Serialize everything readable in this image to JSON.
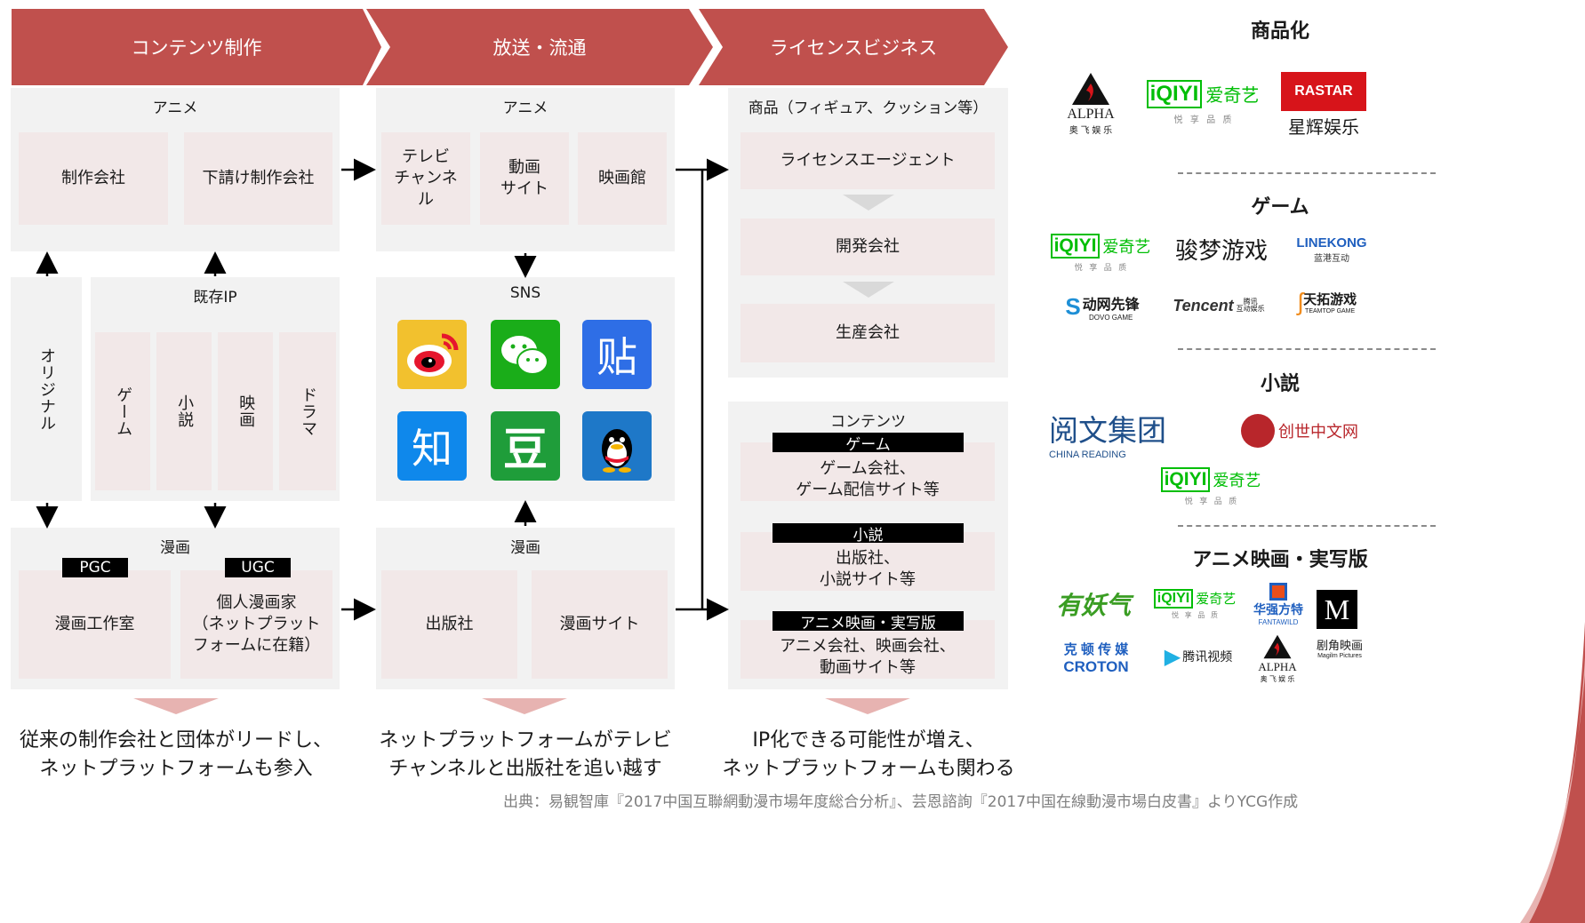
{
  "stages": [
    "コンテンツ制作",
    "放送・流通",
    "ライセンスビジネス"
  ],
  "production": {
    "anime_title": "アニメ",
    "anime_cells": [
      "制作会社",
      "下請け制作会社"
    ],
    "original": "オリジナル",
    "existing_ip_title": "既存IP",
    "existing_ip_items": [
      "ゲーム",
      "小説",
      "映画",
      "ドラマ"
    ],
    "manga_title": "漫画",
    "manga_tags": [
      "PGC",
      "UGC"
    ],
    "manga_cells": [
      "漫画工作室",
      "個人漫画家\n（ネットプラット\nフォームに在籍）"
    ]
  },
  "distribution": {
    "anime_title": "アニメ",
    "anime_cells": [
      "テレビ\nチャンネ\nル",
      "動画\nサイト",
      "映画館"
    ],
    "sns_title": "SNS",
    "sns_icons": [
      "weibo-icon",
      "wechat-icon",
      "tieba-icon",
      "zhihu-icon",
      "douban-icon",
      "qq-icon"
    ],
    "manga_title": "漫画",
    "manga_cells": [
      "出版社",
      "漫画サイト"
    ]
  },
  "license": {
    "goods_title": "商品（フィギュア、クッション等）",
    "goods_cells": [
      "ライセンスエージェント",
      "開発会社",
      "生産会社"
    ],
    "content_title": "コンテンツ",
    "content_items": [
      {
        "tag": "ゲーム",
        "text": "ゲーム会社、\nゲーム配信サイト等"
      },
      {
        "tag": "小説",
        "text": "出版社、\n小説サイト等"
      },
      {
        "tag": "アニメ映画・実写版",
        "text": "アニメ会社、映画会社、\n動画サイト等"
      }
    ]
  },
  "notes": [
    "従来の制作会社と団体がリードし、\nネットプラットフォームも参入",
    "ネットプラットフォームがテレビ\nチャンネルと出版社を追い越す",
    "IP化できる可能性が増え、\nネットプラットフォームも関わる"
  ],
  "source": "出典：易観智庫『2017中国互聯網動漫市場年度総合分析』、芸恩諮詢『2017中国在線動漫市場白皮書』よりYCG作成",
  "sidebar": {
    "sections": [
      {
        "title": "商品化"
      },
      {
        "title": "ゲーム"
      },
      {
        "title": "小説"
      },
      {
        "title": "アニメ映画・実写版"
      }
    ],
    "logos": {
      "alpha": "ALPHA",
      "alpha_cn": "奥 飞 娱 乐",
      "iqiyi": "iQIYI",
      "iqiyi_cn": "爱奇艺",
      "iqiyi_sub": "悦   享   品   质",
      "rastar": "RASTAR",
      "rastar_cn": "星辉娱乐",
      "junmeng": "骏梦游戏",
      "linekong": "LINEKONG",
      "linekong_cn": "蓝港互动",
      "dovo": "动网先锋",
      "dovo_en": "DOVO GAME",
      "tencent": "Tencent",
      "tencent_cn": "腾讯\n互动娱乐",
      "teamtop": "天拓游戏",
      "teamtop_en": "TEAMTOP GAME",
      "yuewen": "阅文集团",
      "yuewen_en": "CHINA READING",
      "chuangshi": "创世中文网",
      "youyaoqi": "有妖气",
      "huaqiang": "华强方特",
      "huaqiang_en": "FANTAWILD",
      "magilm": "M",
      "magilm_cn": "剧角映画",
      "magilm_en": "Magilm Pictures",
      "croton_cn": "克 顿 传 媒",
      "croton": "CROTON",
      "tencentvideo": "腾讯视频"
    }
  },
  "colors": {
    "accent": "#c0504d",
    "panel": "#f2f2f2",
    "cell": "#f2e8e8",
    "iqiyi": "#00be06",
    "rastar": "#d7141a"
  }
}
